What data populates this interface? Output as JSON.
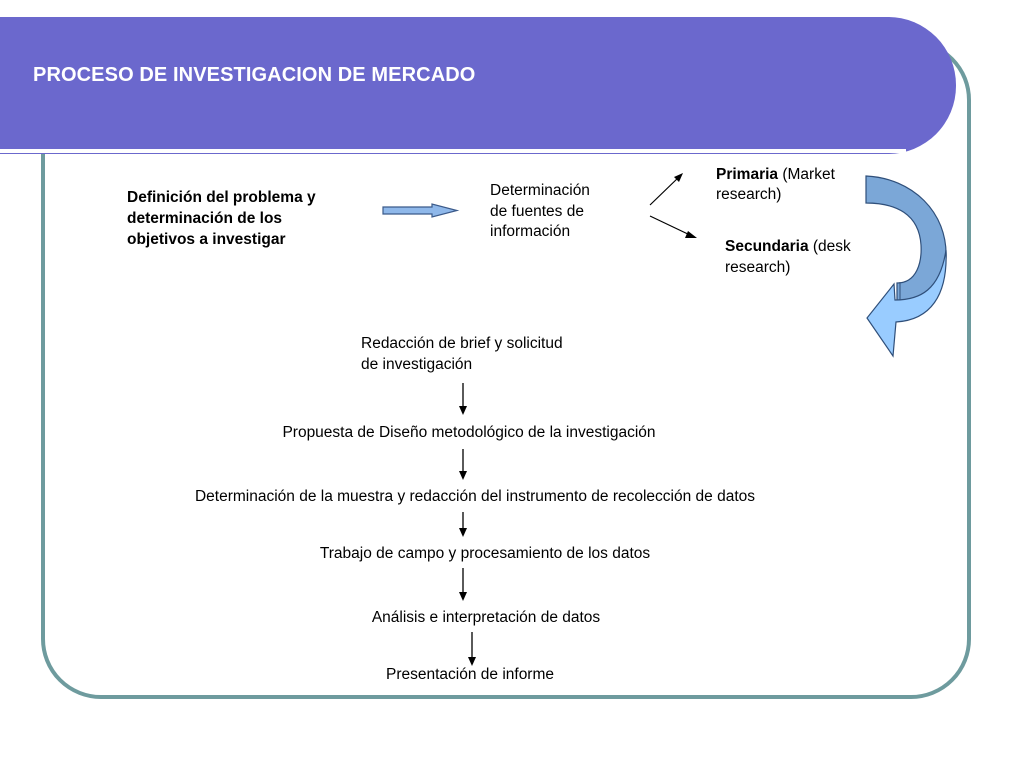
{
  "slide": {
    "title": "PROCESO DE INVESTIGACION DE MERCADO"
  },
  "diagram": {
    "definition": {
      "line1": " Definición del problema  y",
      "line2": "determinación de los",
      "line3": "objetivos a investigar"
    },
    "sources": {
      "line1": "Determinación",
      "line2": "de fuentes de",
      "line3": "información"
    },
    "primary": {
      "bold": "Primaria",
      "rest": " (Market",
      "line2": "research)"
    },
    "secondary": {
      "bold": "Secundaria",
      "rest": " (desk",
      "line2": "research)"
    },
    "brief": {
      "line1": "Redacción de brief y solicitud",
      "line2": "de investigación"
    },
    "steps": [
      "Propuesta de Diseño metodológico de la investigación",
      "Determinación de la muestra y redacción del instrumento de recolección de datos",
      "Trabajo de campo y procesamiento de los datos",
      "Análisis e interpretación de datos",
      "Presentación de informe"
    ]
  },
  "colors": {
    "banner": "#6b68cd",
    "frame": "#6e9b9e",
    "curved_arrow_top": "#7ba7d7",
    "curved_arrow_bottom": "#99ccff"
  }
}
